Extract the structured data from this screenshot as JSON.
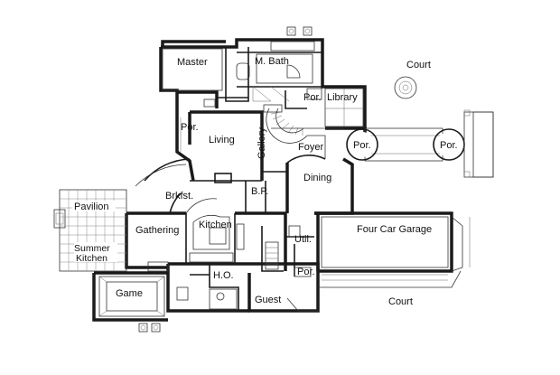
{
  "rooms": {
    "master": "Master",
    "m_bath": "M. Bath",
    "court_top": "Court",
    "por_top": "Por.",
    "library": "Library",
    "por_left": "Por.",
    "living": "Living",
    "gallery": "Gallery",
    "foyer": "Foyer",
    "por_center": "Por.",
    "por_right": "Por.",
    "dining": "Dining",
    "brkfst": "Brkfst.",
    "bp": "B.P.",
    "pavilion": "Pavilion",
    "gathering": "Gathering",
    "kitchen": "Kitchen",
    "util": "Util.",
    "four_car_garage": "Four Car Garage",
    "summer_kitchen": "Summer Kitchen",
    "ho": "H.O.",
    "por_bottom": "Por.",
    "game": "Game",
    "guest": "Guest",
    "court_bottom": "Court"
  },
  "colors": {
    "wall": "#1a1a1a",
    "background": "#ffffff"
  }
}
